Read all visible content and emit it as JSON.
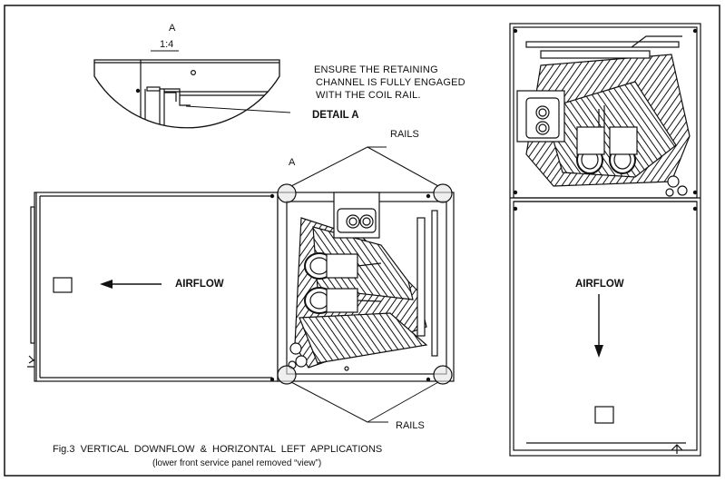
{
  "detail": {
    "letter": "A",
    "scale": "1:4",
    "title": "DETAIL A",
    "note_lines": [
      "ENSURE THE RETAINING",
      "CHANNEL IS FULLY ENGAGED",
      "WITH THE COIL RAIL."
    ]
  },
  "horizontal_view": {
    "callout_letter": "A",
    "airflow_label": "AIRFLOW",
    "rails_top_label": "RAILS",
    "rails_bottom_label": "RAILS"
  },
  "vertical_view": {
    "airflow_label": "AIRFLOW"
  },
  "caption": {
    "line1": "Fig.3  VERTICAL  DOWNFLOW  &  HORIZONTAL  LEFT  APPLICATIONS",
    "line2": "(lower front service panel removed “view”)"
  },
  "colors": {
    "ink": "#111111",
    "fill_coil": "#d9d9d9",
    "background": "#ffffff"
  }
}
